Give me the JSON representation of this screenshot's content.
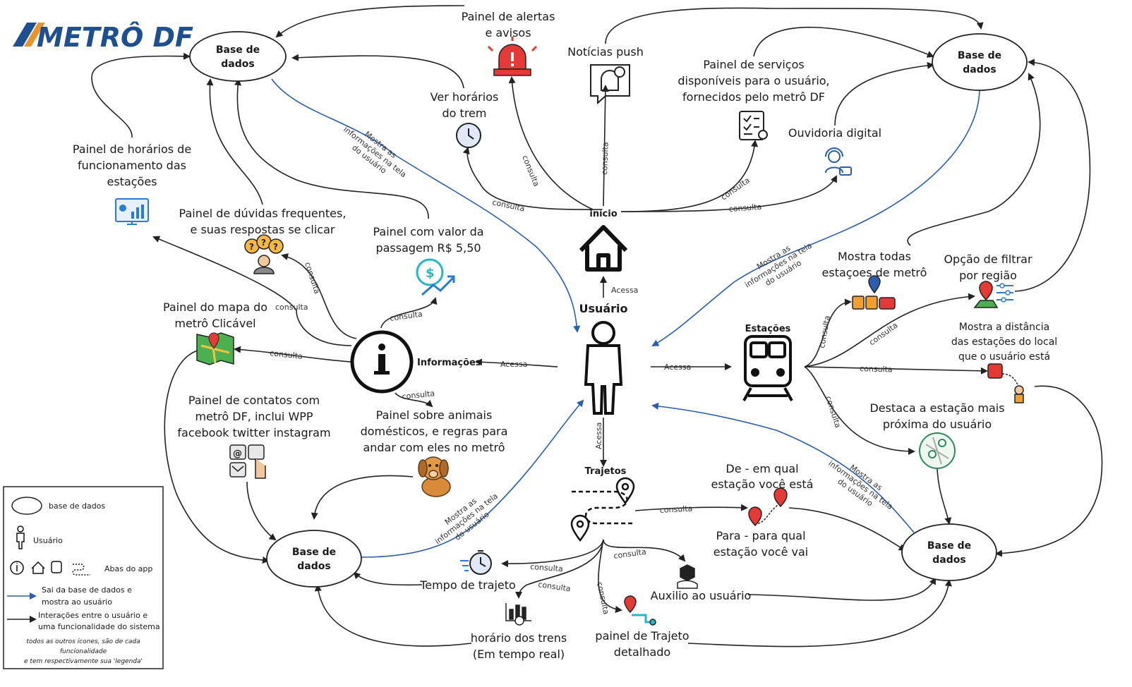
{
  "logo": "METRÔ DF",
  "user_label": "Usuário",
  "hubs": {
    "inicio": "início",
    "informacoes": "Informações",
    "estacoes": "Estações",
    "trajetos": "Trajetos"
  },
  "databases": {
    "db1": [
      "Base de",
      "dados"
    ],
    "db2": [
      "Base de",
      "dados"
    ],
    "db3": [
      "Base de",
      "dados"
    ],
    "db4": [
      "Base de",
      "dados"
    ]
  },
  "features": {
    "alertas": [
      "Painel de alertas",
      "e avisos"
    ],
    "noticias": [
      "Notícias push"
    ],
    "servicos": [
      "Painel de serviços",
      "disponíveis para o usuário,",
      "fornecidos pelo metrô DF"
    ],
    "ouvidoria": [
      "Ouvidoria digital"
    ],
    "horarios_trem": [
      "Ver horários",
      "do trem"
    ],
    "horarios_estacoes": [
      "Painel de horários de",
      "funcionamento das",
      "estações"
    ],
    "duvidas": [
      "Painel de dúvidas frequentes,",
      "e suas respostas se clicar"
    ],
    "valor": [
      "Painel com valor da",
      "passagem R$ 5,50"
    ],
    "mapa": [
      "Painel do mapa do",
      "metrô Clicável"
    ],
    "contatos": [
      "Painel de contatos com",
      "metrô DF, inclui WPP",
      "facebook twitter instagram"
    ],
    "animais": [
      "Painel sobre animais",
      "domésticos, e regras para",
      "andar com eles no metrô"
    ],
    "todas_estacoes": [
      "Mostra todas",
      "estaçoes de metrô"
    ],
    "filtrar": [
      "Opção de filtrar",
      "por região"
    ],
    "distancia": [
      "Mostra a distância",
      "das estações do local",
      "que o usuário está"
    ],
    "proxima": [
      "Destaca a estação mais",
      "próxima do usuário"
    ],
    "de": [
      "De - em qual",
      "estação você está"
    ],
    "para": [
      "Para - para qual",
      "estação você vai"
    ],
    "tempo": [
      "Tempo de trajeto"
    ],
    "auxilio": [
      "Auxilio ao usuário"
    ],
    "horario_trens": [
      "horário dos trens",
      "(Em tempo real)"
    ],
    "trajeto_detalhado": [
      "painel de Trajeto",
      "detalhado"
    ]
  },
  "edge_labels": {
    "consulta": "consulta",
    "acessa": "Acessa",
    "mostra": [
      "Mostra as",
      "informações na tela",
      "do usuário"
    ]
  },
  "legend": {
    "db": "base de dados",
    "user": "Usuário",
    "abas": "Abas do app",
    "blue": [
      "Sai da base de dados e",
      "mostra ao usuário"
    ],
    "black": [
      "Interações entre o usuário e",
      "uma funcionalidade do sistema"
    ],
    "note": [
      "todos as outros ícones, são de cada",
      "funcionalidade",
      "e tem respectivamente sua 'legenda'"
    ]
  },
  "colors": {
    "blue_arrow": "#2b5cad",
    "black_arrow": "#222222",
    "logo_blue": "#1d4f91",
    "logo_orange": "#e8942a",
    "alert_red": "#e53935"
  }
}
